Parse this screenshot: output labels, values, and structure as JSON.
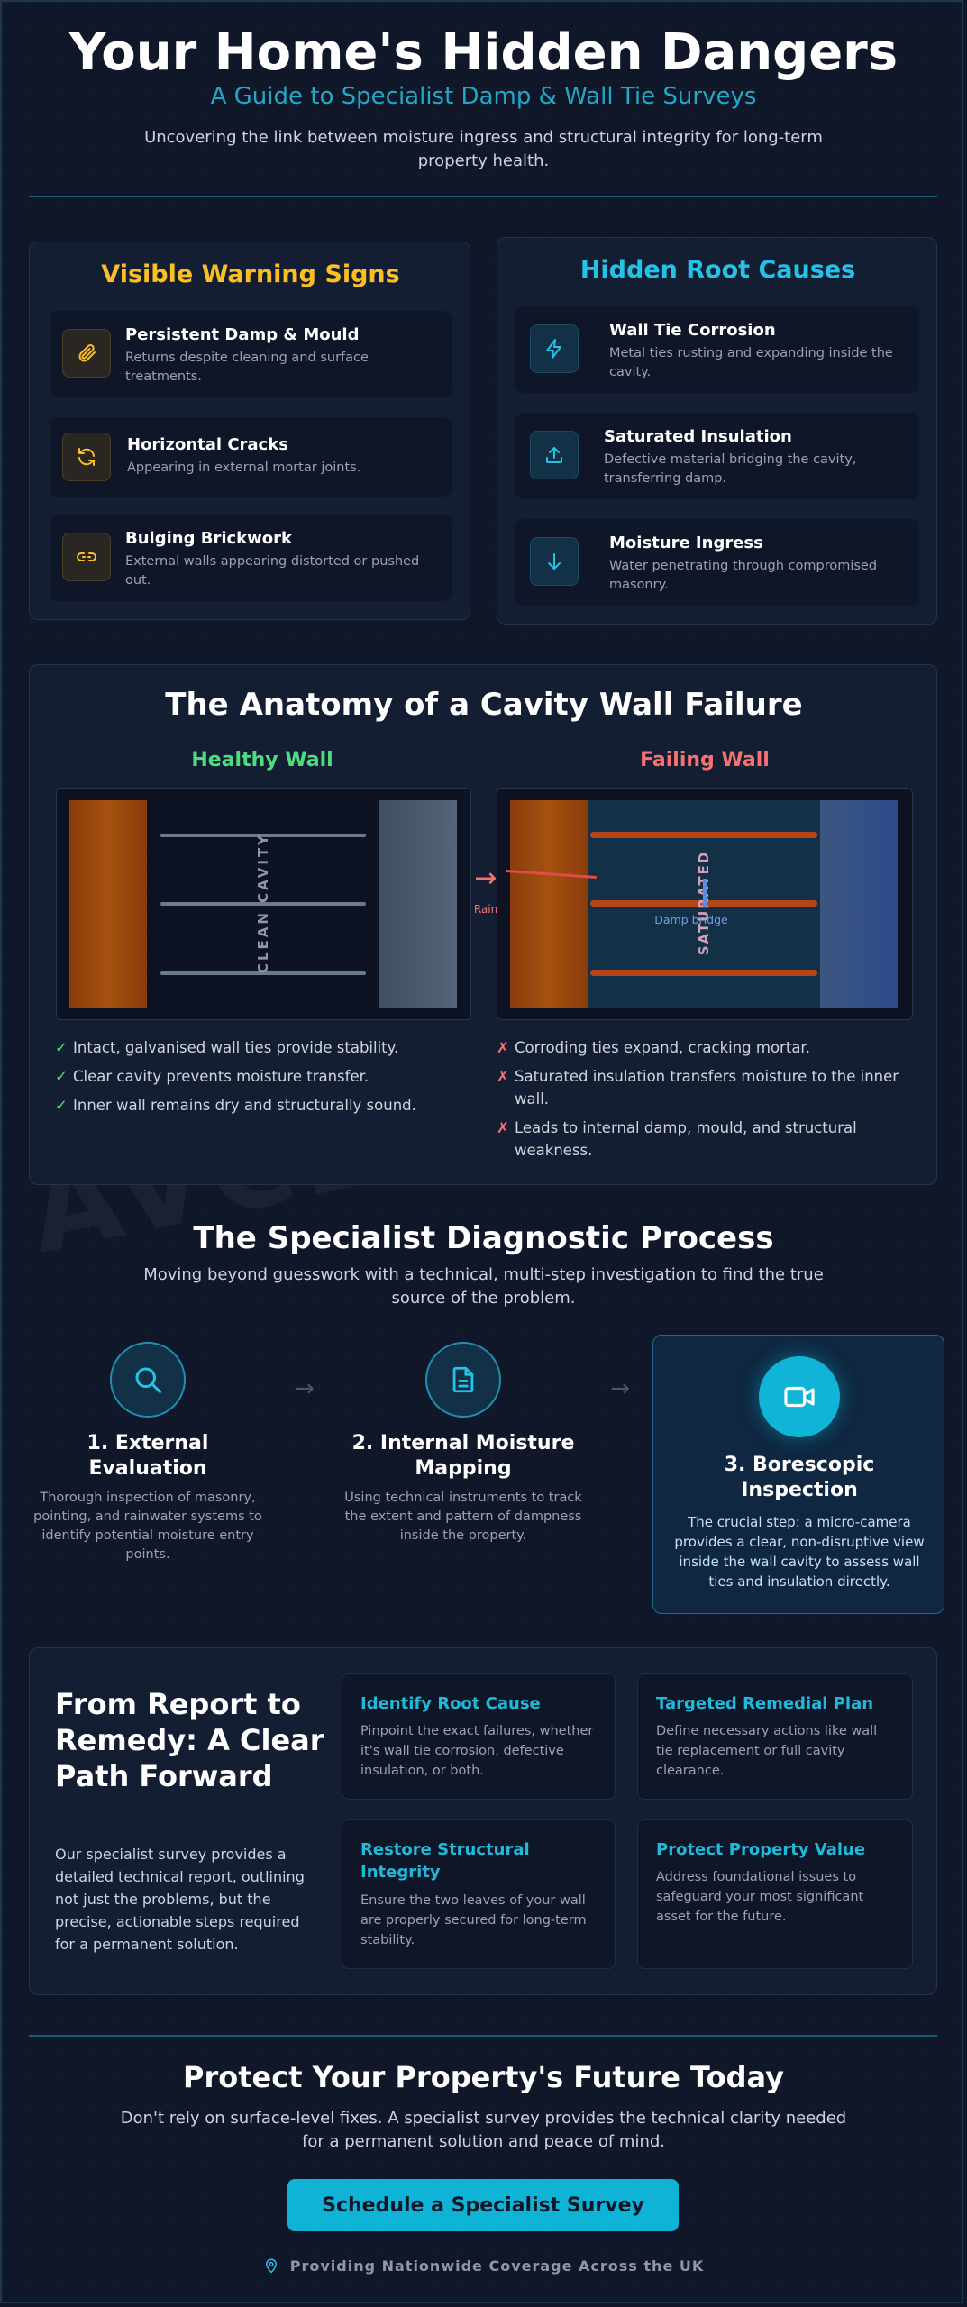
{
  "header": {
    "title": "Your Home's Hidden Dangers",
    "subtitle": "A Guide to Specialist Damp & Wall Tie Surveys",
    "intro": "Uncovering the link between moisture ingress and structural integrity for long-term property health."
  },
  "warning": {
    "title": "Visible Warning Signs",
    "items": [
      {
        "title": "Persistent Damp & Mould",
        "desc": "Returns despite cleaning and surface treatments.",
        "icon": "paperclip-icon"
      },
      {
        "title": "Horizontal Cracks",
        "desc": "Appearing in external mortar joints.",
        "icon": "refresh-icon"
      },
      {
        "title": "Bulging Brickwork",
        "desc": "External walls appearing distorted or pushed out.",
        "icon": "link-icon"
      }
    ]
  },
  "causes": {
    "title": "Hidden Root Causes",
    "items": [
      {
        "title": "Wall Tie Corrosion",
        "desc": "Metal ties rusting and expanding inside the cavity.",
        "icon": "lightning-icon"
      },
      {
        "title": "Saturated Insulation",
        "desc": "Defective material bridging the cavity, transferring damp.",
        "icon": "upload-icon"
      },
      {
        "title": "Moisture Ingress",
        "desc": "Water penetrating through compromised masonry.",
        "icon": "arrow-down-icon"
      }
    ]
  },
  "anatomy": {
    "title": "The Anatomy of a Cavity Wall Failure",
    "healthy": {
      "title": "Healthy Wall",
      "cavity_label": "CLEAN CAVITY",
      "points": [
        "Intact, galvanised wall ties provide stability.",
        "Clear cavity prevents moisture transfer.",
        "Inner wall remains dry and structurally sound."
      ]
    },
    "failing": {
      "title": "Failing Wall",
      "cavity_label": "SATURATED",
      "rain_label": "Rain",
      "bridge_label": "Damp bridge",
      "points": [
        "Corroding ties expand, cracking mortar.",
        "Saturated insulation transfers moisture to the inner wall.",
        "Leads to internal damp, mould, and structural weakness."
      ]
    },
    "check_mark": "✓",
    "cross_mark": "✗",
    "watermark": "AVCLEAR.CO.UK"
  },
  "process": {
    "title": "The Specialist Diagnostic Process",
    "subtitle": "Moving beyond guesswork with a technical, multi-step investigation to find the true source of the problem.",
    "arrow": "→",
    "steps": [
      {
        "title": "1. External Evaluation",
        "desc": "Thorough inspection of masonry, pointing, and rainwater systems to identify potential moisture entry points.",
        "icon": "magnifier-icon"
      },
      {
        "title": "2. Internal Moisture Mapping",
        "desc": "Using technical instruments to track the extent and pattern of dampness inside the property.",
        "icon": "document-icon"
      },
      {
        "title": "3. Borescopic Inspection",
        "desc": "The crucial step: a micro-camera provides a clear, non-disruptive view inside the wall cavity to assess wall ties and insulation directly.",
        "icon": "video-camera-icon"
      }
    ]
  },
  "remedy": {
    "title": "From Report to Remedy: A Clear Path Forward",
    "desc": "Our specialist survey provides a detailed technical report, outlining not just the problems, but the precise, actionable steps required for a permanent solution.",
    "items": [
      {
        "title": "Identify Root Cause",
        "desc": "Pinpoint the exact failures, whether it's wall tie corrosion, defective insulation, or both."
      },
      {
        "title": "Targeted Remedial Plan",
        "desc": "Define necessary actions like wall tie replacement or full cavity clearance."
      },
      {
        "title": "Restore Structural Integrity",
        "desc": "Ensure the two leaves of your wall are properly secured for long-term stability."
      },
      {
        "title": "Protect Property Value",
        "desc": "Address foundational issues to safeguard your most significant asset for the future."
      }
    ]
  },
  "cta": {
    "title": "Protect Your Property's Future Today",
    "desc": "Don't rely on surface-level fixes. A specialist survey provides the technical clarity needed for a permanent solution and peace of mind.",
    "button": "Schedule a Specialist Survey",
    "coverage": "Providing Nationwide Coverage Across the UK"
  },
  "colors": {
    "amber": "#fbbf24",
    "cyan": "#22c3e6",
    "green": "#4ade80",
    "red": "#f87171",
    "background": "#0f1729"
  }
}
